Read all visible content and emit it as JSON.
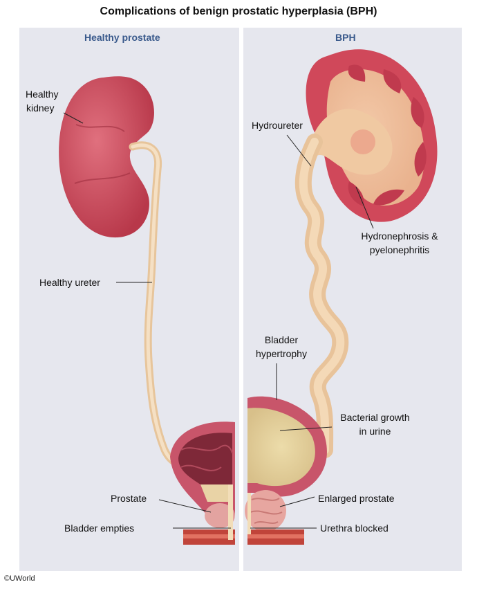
{
  "title": "Complications of benign prostatic hyperplasia (BPH)",
  "panels": {
    "left": {
      "heading": "Healthy prostate",
      "labels": {
        "healthy_kidney_1": "Healthy",
        "healthy_kidney_2": "kidney",
        "healthy_ureter": "Healthy ureter",
        "prostate": "Prostate",
        "bladder_empties": "Bladder empties"
      }
    },
    "right": {
      "heading": "BPH",
      "labels": {
        "hydroureter": "Hydroureter",
        "hydronephrosis_1": "Hydronephrosis &",
        "hydronephrosis_2": "pyelonephritis",
        "bladder_hypertrophy_1": "Bladder",
        "bladder_hypertrophy_2": "hypertrophy",
        "bacterial_growth_1": "Bacterial growth",
        "bacterial_growth_2": "in urine",
        "enlarged_prostate": "Enlarged prostate",
        "urethra_blocked": "Urethra blocked"
      }
    }
  },
  "copyright": "©UWorld",
  "colors": {
    "panel_bg": "#e6e7ee",
    "heading": "#3a5a8c",
    "kidney": "#d04a5c",
    "ureter": "#efd2ad",
    "bladder_wall": "#c8556a"
  }
}
